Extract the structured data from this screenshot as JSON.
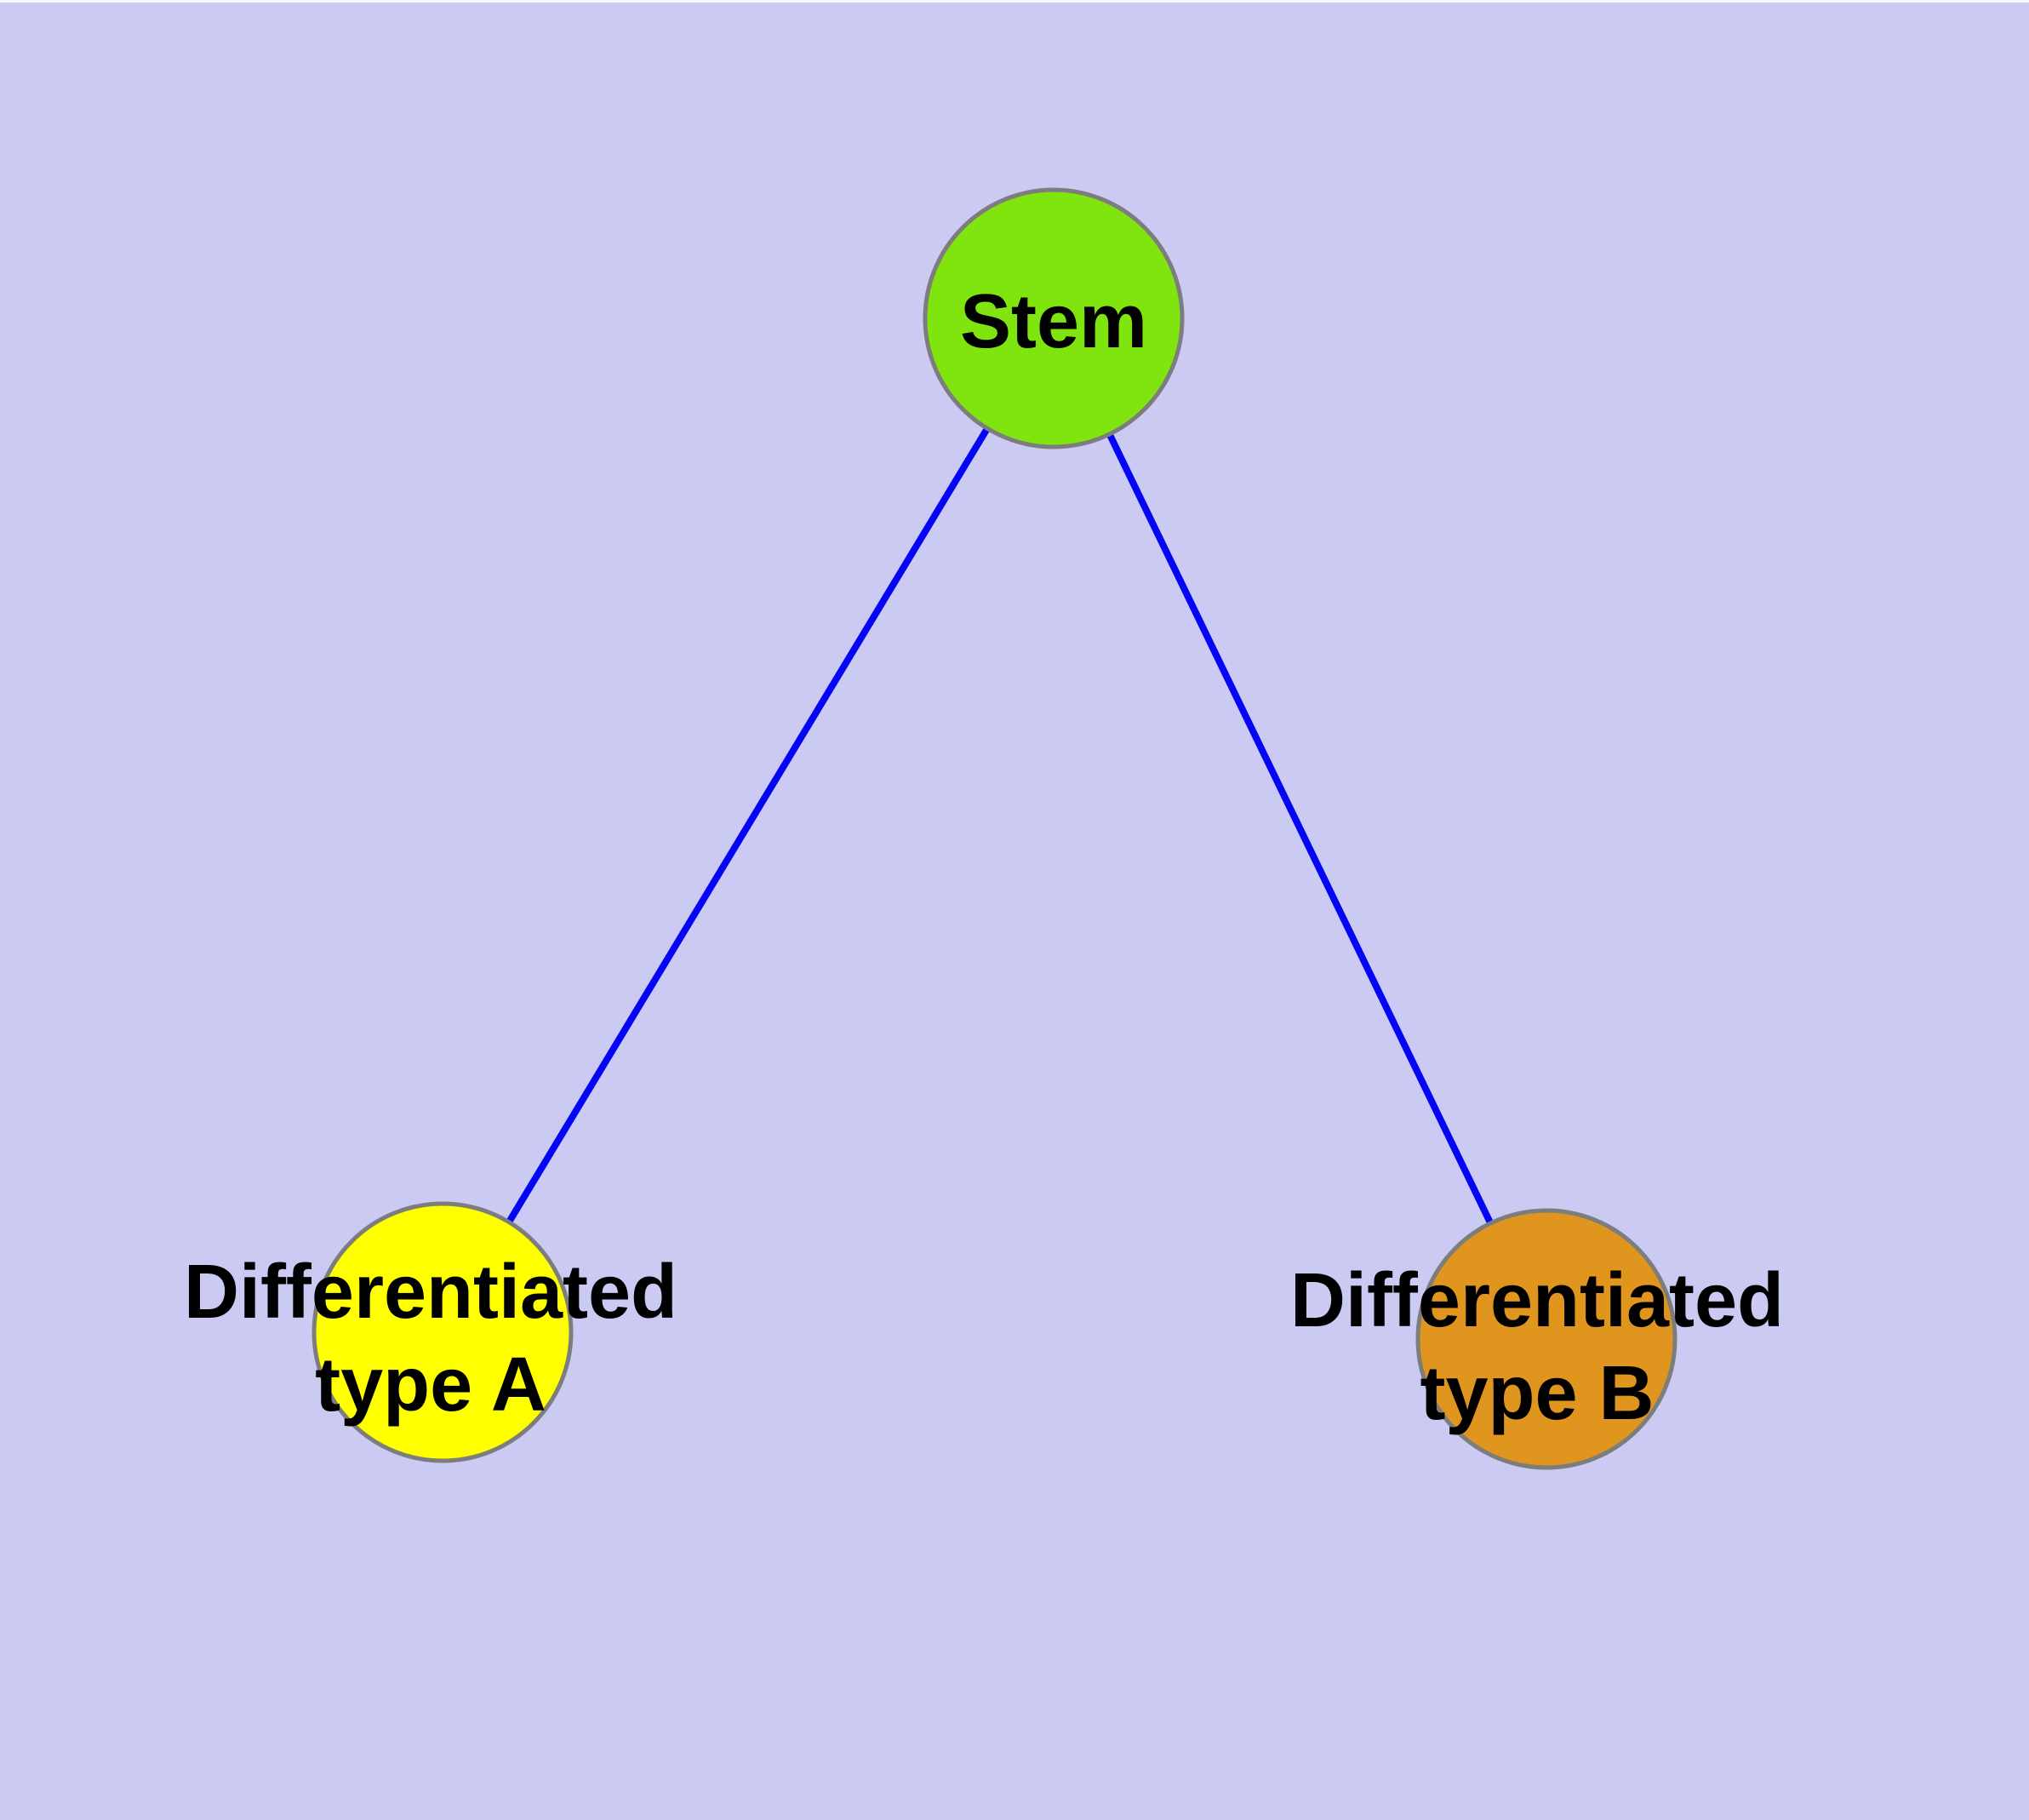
{
  "diagram": {
    "background_color": "#CACAF2",
    "top_strip_color": "#F8F8FE",
    "edge_color": "#0505F5",
    "node_border_color": "#7D7D7D",
    "label_color": "#000000",
    "nodes": {
      "stem": {
        "label": "Stem",
        "fill": "#80E40F"
      },
      "type_a": {
        "label_line1": "Differentiated",
        "label_line2": "type A",
        "fill": "#FFFF00"
      },
      "type_b": {
        "label_line1": "Differentiated",
        "label_line2": "type B",
        "fill": "#E0961E"
      }
    },
    "edges": [
      {
        "from": "stem",
        "to": "type_a"
      },
      {
        "from": "stem",
        "to": "type_b"
      }
    ]
  }
}
